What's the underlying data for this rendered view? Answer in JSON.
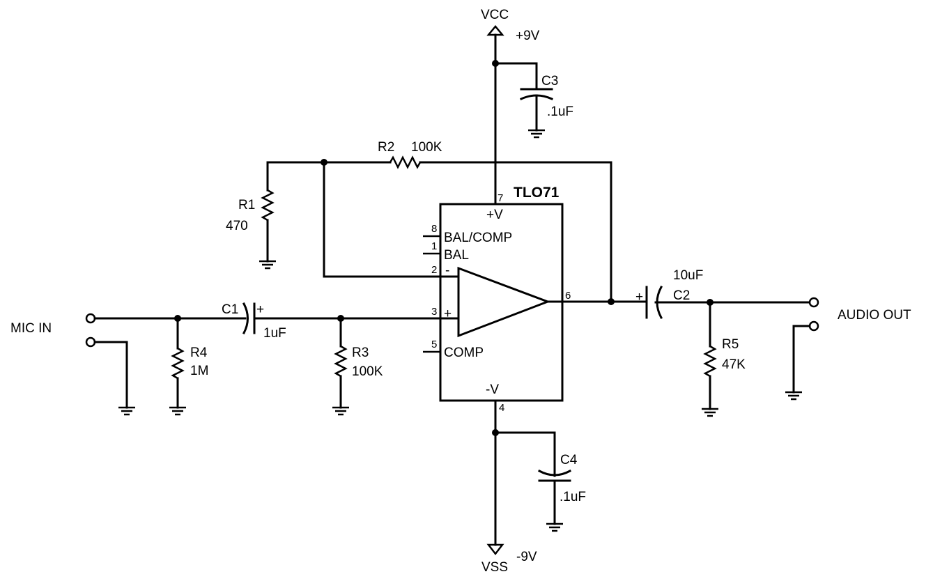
{
  "power": {
    "vcc_name": "VCC",
    "vcc_voltage": "+9V",
    "vss_name": "VSS",
    "vss_voltage": "-9V"
  },
  "opamp": {
    "part": "TLO71",
    "pins": {
      "p7": "7",
      "p8": "8",
      "p1": "1",
      "p2": "2",
      "p3": "3",
      "p5": "5",
      "p6": "6",
      "p4": "4"
    },
    "labels": {
      "pos_supply": "+V",
      "bal_comp": "BAL/COMP",
      "bal": "BAL",
      "inv": "-",
      "noninv": "+",
      "comp": "COMP",
      "neg_supply": "-V"
    }
  },
  "components": {
    "R1": {
      "name": "R1",
      "value": "470"
    },
    "R2": {
      "name": "R2",
      "value": "100K"
    },
    "R3": {
      "name": "R3",
      "value": "100K"
    },
    "R4": {
      "name": "R4",
      "value": "1M"
    },
    "R5": {
      "name": "R5",
      "value": "47K"
    },
    "C1": {
      "name": "C1",
      "value": "1uF",
      "polarity": "+"
    },
    "C2": {
      "name": "C2",
      "value": "10uF",
      "polarity": "+"
    },
    "C3": {
      "name": "C3",
      "value": ".1uF"
    },
    "C4": {
      "name": "C4",
      "value": ".1uF"
    }
  },
  "io": {
    "input": "MIC  IN",
    "output": "AUDIO OUT"
  }
}
